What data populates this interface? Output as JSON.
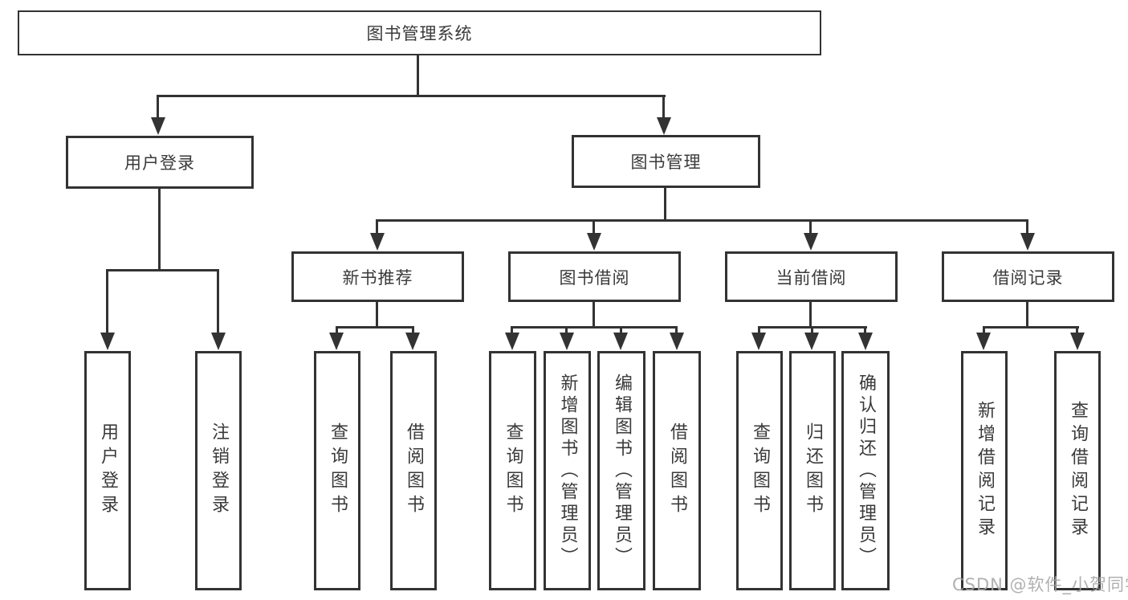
{
  "diagram": {
    "root": "图书管理系统",
    "children": [
      {
        "label": "用户登录",
        "children": [
          "用户登录",
          "注销登录"
        ]
      },
      {
        "label": "图书管理",
        "children": [
          {
            "label": "新书推荐",
            "children": [
              "查询图书",
              "借阅图书"
            ]
          },
          {
            "label": "图书借阅",
            "children": [
              "查询图书",
              "新增图书（管理员）",
              "编辑图书（管理员）",
              "借阅图书"
            ]
          },
          {
            "label": "当前借阅",
            "children": [
              "查询图书",
              "归还图书",
              "确认归还（管理员）"
            ]
          },
          {
            "label": "借阅记录",
            "children": [
              "新增借阅记录",
              "查询借阅记录"
            ]
          }
        ]
      }
    ]
  },
  "colors": {
    "line": "#333333",
    "text": "#3a3a3a",
    "background": "#ffffff",
    "watermark": "#a6a6a6"
  },
  "watermark": "CSDN @软件_小贺同学"
}
